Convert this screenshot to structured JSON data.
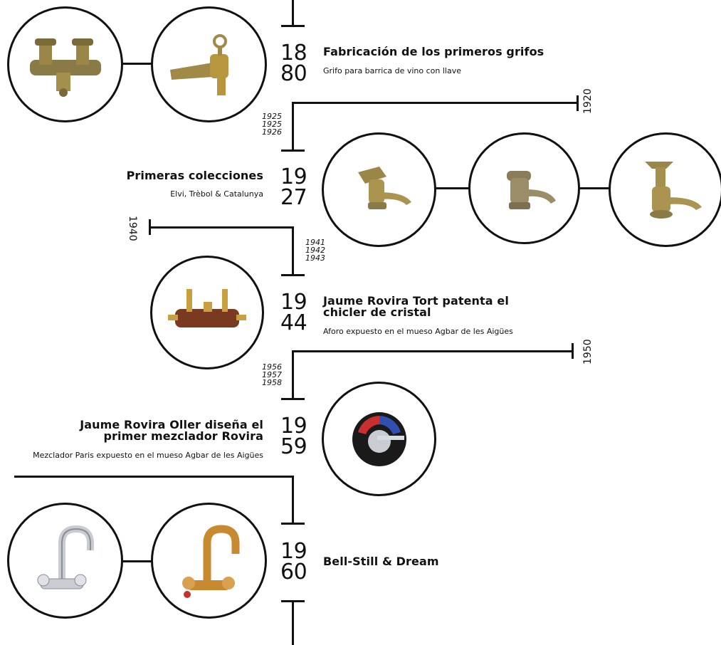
{
  "entries": [
    {
      "year_top": "18",
      "year_bottom": "80",
      "title": "Fabricación de los primeros grifos",
      "subtitle": "Grifo para barrica de vino con llave"
    },
    {
      "year_top": "19",
      "year_bottom": "27",
      "title": "Primeras colecciones",
      "subtitle": "Elvi, Trèbol & Catalunya"
    },
    {
      "year_top": "19",
      "year_bottom": "44",
      "title": "Jaume Rovira Tort patenta el chicler de cristal",
      "subtitle": "Aforo expuesto en el mueso Agbar de les Aigües"
    },
    {
      "year_top": "19",
      "year_bottom": "59",
      "title": "Jaume Rovira Oller diseña el primer mezclador Rovira",
      "subtitle": "Mezclador Paris expuesto en el mueso Agbar de les Aigües"
    },
    {
      "year_top": "19",
      "year_bottom": "60",
      "title": "Bell-Still & Dream",
      "subtitle": ""
    }
  ],
  "branch_years": [
    "1920",
    "1940",
    "1950"
  ],
  "side_years": [
    [
      "1925",
      "1925",
      "1926"
    ],
    [
      "1941",
      "1942",
      "1943"
    ],
    [
      "1956",
      "1957",
      "1958"
    ]
  ],
  "images": [
    "faucet-icon",
    "tap-icon",
    "tap-icon",
    "tap-icon",
    "tap-icon",
    "valve-icon",
    "mixer-knob-icon",
    "chrome-mixer-icon",
    "brass-mixer-icon"
  ],
  "colors": {
    "line": "#111111",
    "brass": "#b08f3a",
    "bronze": "#8a6f3e",
    "copper": "#7a3a22",
    "chrome": "#c9ccd2",
    "gold": "#c88a30"
  }
}
